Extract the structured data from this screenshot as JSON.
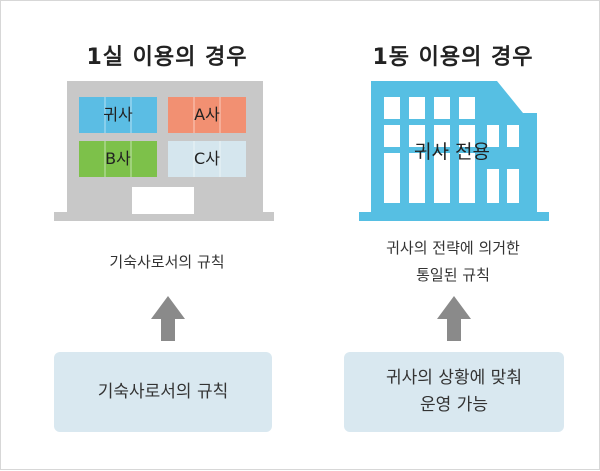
{
  "single": {
    "title": "1실 이용의 경우",
    "cells": [
      "귀사",
      "A사",
      "B사",
      "C사"
    ],
    "rule": "기숙사로서의 규칙",
    "box": "기숙사로서의 규칙"
  },
  "whole": {
    "title": "1동 이용의 경우",
    "building_label": "귀사 전용",
    "rule_line1": "귀사의 전략에 의거한",
    "rule_line2": "통일된 규칙",
    "box_line1": "귀사의 상황에 맞춰",
    "box_line2": "운영 가능"
  },
  "colors": {
    "gray_building": "#c8c8c8",
    "blue_cell": "#5bbde4",
    "orange_cell": "#f29072",
    "green_cell": "#7dc14a",
    "light_cell": "#d5e6ee",
    "blue_building": "#56bfe3",
    "box_bg": "#d9e8f0",
    "arrow": "#8a8a8a"
  }
}
